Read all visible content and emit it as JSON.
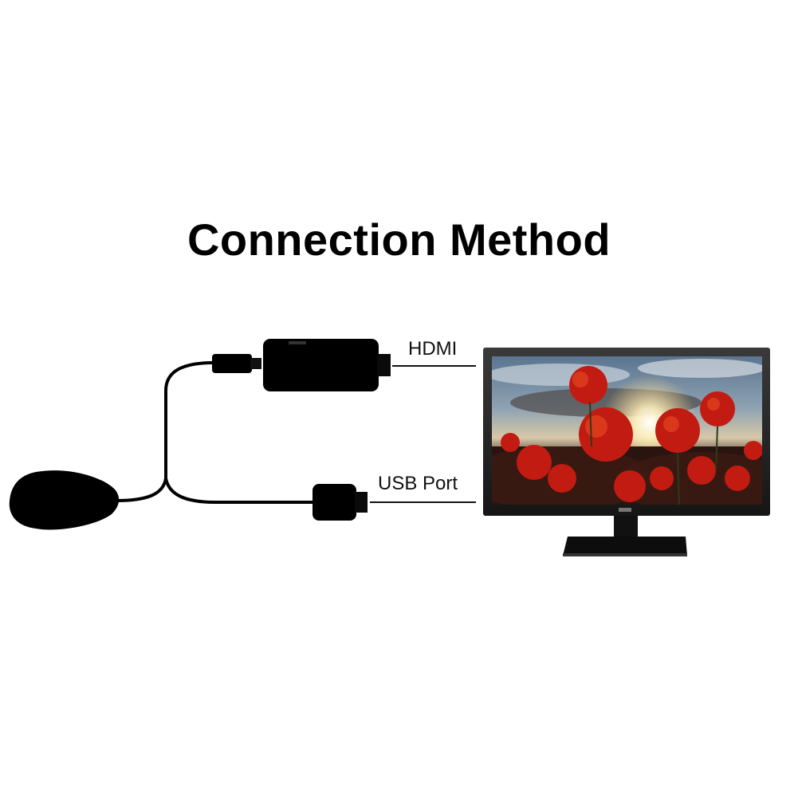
{
  "title": "Connection Method",
  "labels": {
    "hdmi": "HDMI",
    "usb": "USB Port"
  },
  "colors": {
    "cable": "#000000",
    "monitor_frame": "#1a1a1a",
    "background": "#ffffff"
  }
}
